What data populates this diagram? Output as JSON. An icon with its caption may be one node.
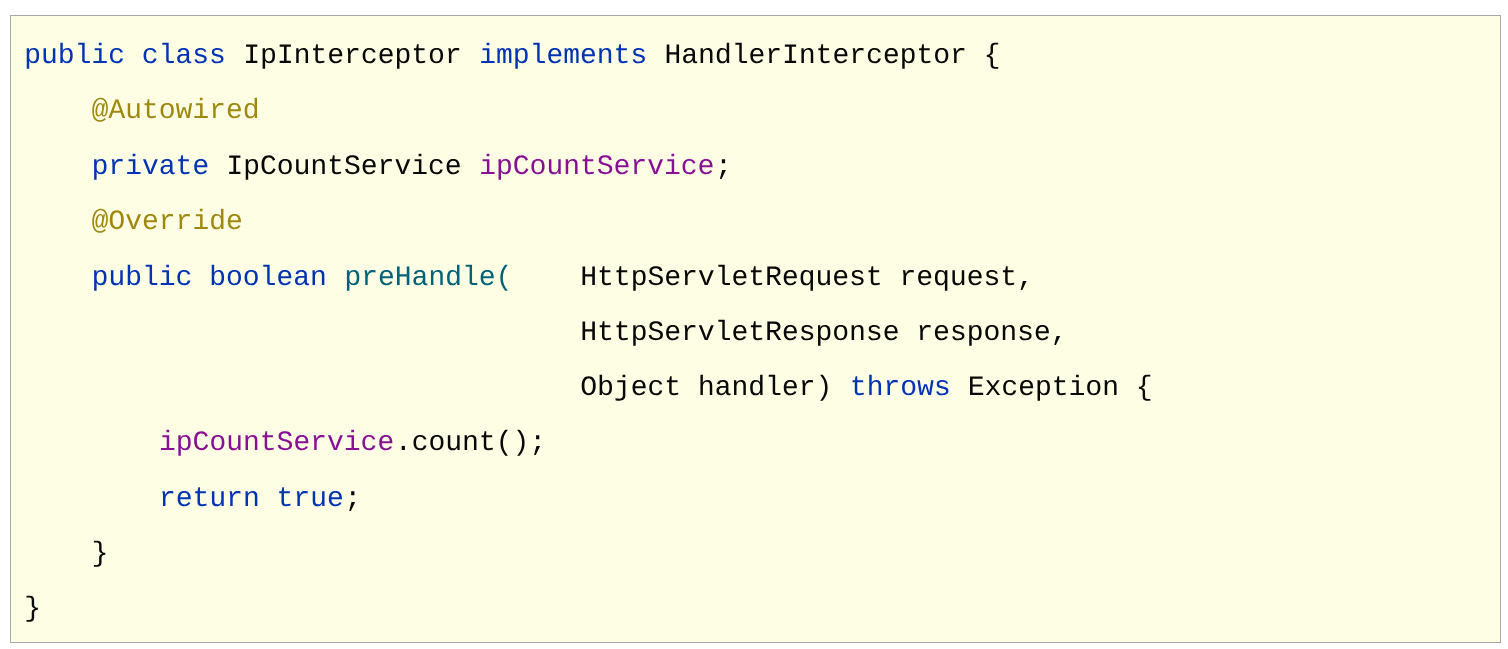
{
  "diagram": {
    "nodes": [
      {
        "text": [
          "public class",
          "IpInterceptor",
          "implements",
          "HandlerInterceptor {",
          "@Autowired",
          "private",
          "IpCountService",
          "ipCountService",
          ";",
          "@Override",
          "public boolean",
          "preHandle(",
          "HttpServletRequest request,",
          "HttpServletResponse response,",
          "Object handler)",
          "throws",
          "Exception {",
          "ipCountService",
          ".count();",
          "return true",
          ";",
          "}",
          "}"
        ]
      }
    ]
  }
}
